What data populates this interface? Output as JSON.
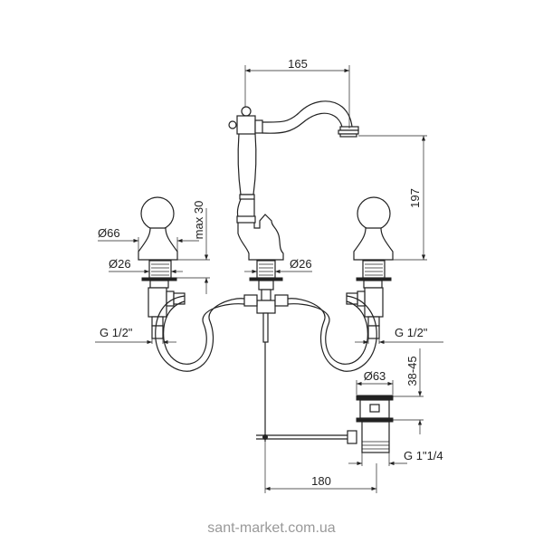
{
  "title": "Faucet dimensional drawing",
  "dimensions": {
    "spout_reach": "165",
    "spout_height": "197",
    "handle_diameter": "Ø66",
    "handle_stem_diameter": "Ø26",
    "spout_stem_diameter": "Ø26",
    "max_deck_thickness": "max 30",
    "left_inlet_thread": "G 1/2\"",
    "right_inlet_thread": "G 1/2\"",
    "drain_diameter": "Ø63",
    "drain_height_range": "38-45",
    "drain_thread": "G 1\"1/4",
    "drain_offset": "180"
  },
  "watermark": "sant-market.com.ua",
  "colors": {
    "line": "#222222",
    "watermark": "#999999"
  }
}
